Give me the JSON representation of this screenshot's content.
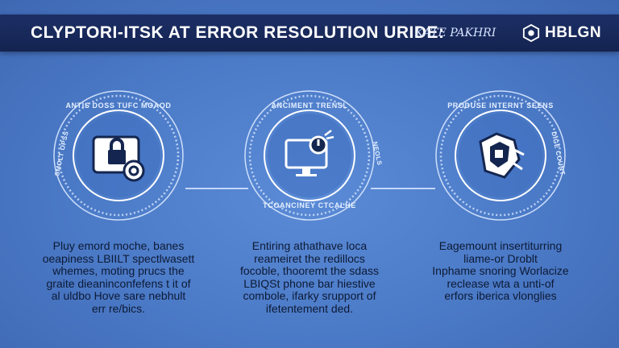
{
  "header": {
    "title": "CLYPTORI-ITSK AT ERROR RESOLUTION URIDE:",
    "tagline": "KATE PAKHRI",
    "brand": "HBLGN"
  },
  "colors": {
    "banner": "#142350",
    "background": "#4a79c6",
    "ring": "#d9e8ff",
    "caption_text": "#0d1a35"
  },
  "panels": [
    {
      "icon": "padlock-gear-icon",
      "ring_top": "ANTIS DOSS TUFC MOAOD",
      "ring_bottom": "",
      "ring_left": "SMOLT OPSS",
      "ring_right": "",
      "caption": "Pluy emord moche, banes\noeapiness LBIILT spectlwasett\nwhemes, moting prucs the\ngraite dieaninconfefens t it of\nal uldbo Hove sare nebhult\nerr re/bics."
    },
    {
      "icon": "monitor-power-icon",
      "ring_top": "ANCIMENT TRENSL",
      "ring_bottom": "TCOANCINEY CTCALHE",
      "ring_left": "",
      "ring_right": "NEOLS",
      "caption": "Entiring athathave loca\nreameiret the redillocs\nfocoble, thooremt the sdass\nLBIQSt phone bar hiestive\ncombole, ifarky srupport of\nifetentement ded."
    },
    {
      "icon": "shield-chip-icon",
      "ring_top": "PRODUSE INTERNT SEENS",
      "ring_bottom": "",
      "ring_left": "",
      "ring_right": "DIGE COUNT",
      "caption": "Eagemount insertiturring\nliame-or Droblt\nInphame snoring Worlacize\nreclease wta a unti-of\nerfors iberica vlonglies"
    }
  ]
}
